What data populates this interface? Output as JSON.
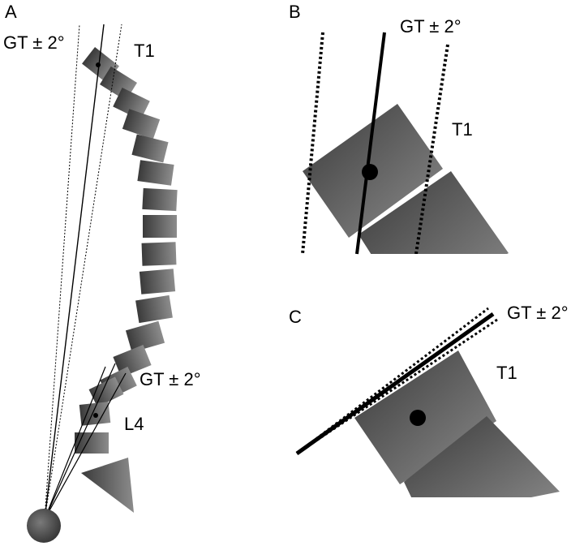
{
  "panels": {
    "a": {
      "letter": "A",
      "top_label": "GT ± 2°",
      "t1_label": "T1",
      "lower_label": "GT ± 2°",
      "l4_label": "L4"
    },
    "b": {
      "letter": "B",
      "gt_label": "GT ± 2°",
      "t1_label": "T1"
    },
    "c": {
      "letter": "C",
      "gt_label": "GT ± 2°",
      "t1_label": "T1"
    }
  },
  "colors": {
    "vertebra_dark": "#3c3c3c",
    "vertebra_light": "#8a8a8a",
    "line": "#000000",
    "background": "#ffffff"
  }
}
